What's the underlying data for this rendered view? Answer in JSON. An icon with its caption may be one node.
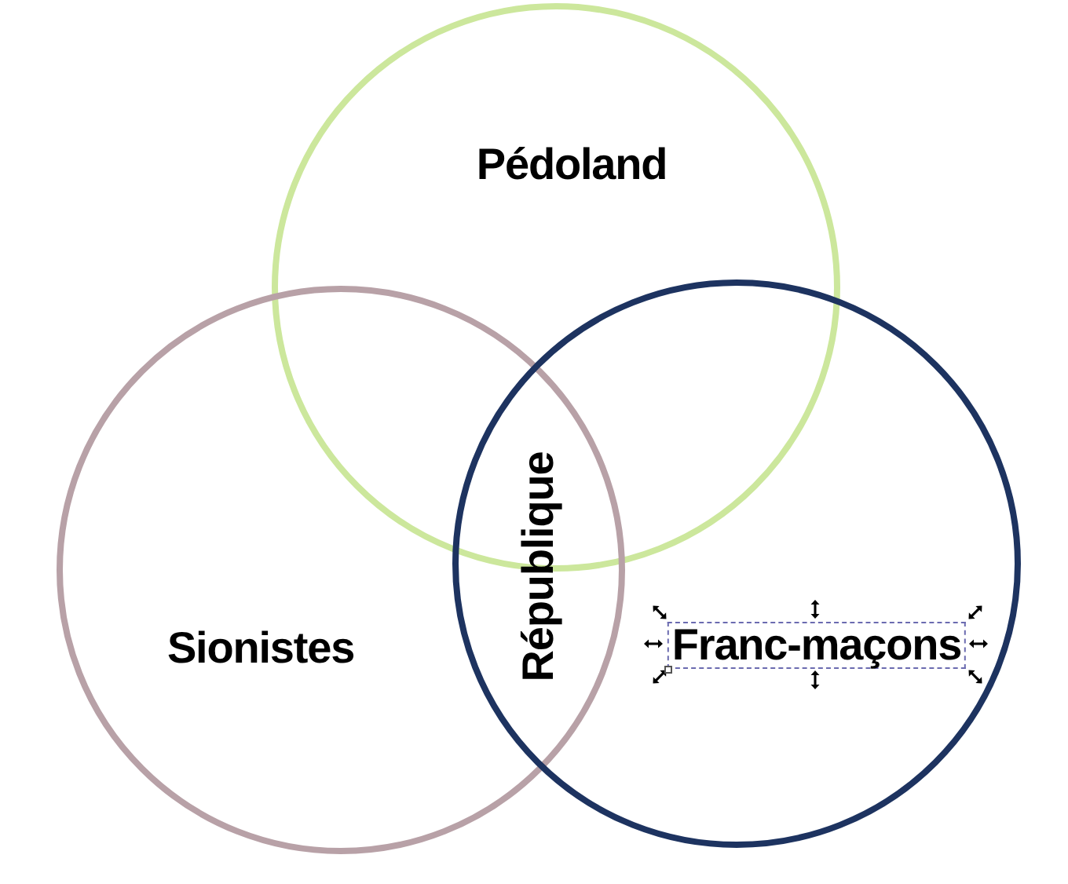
{
  "diagram": {
    "nodes": [
      {
        "text": [
          "Pédoland"
        ]
      },
      {
        "text": [
          "Sionistes"
        ]
      },
      {
        "text": [
          "Franc-maçons"
        ]
      }
    ],
    "labels": [
      "République"
    ]
  }
}
